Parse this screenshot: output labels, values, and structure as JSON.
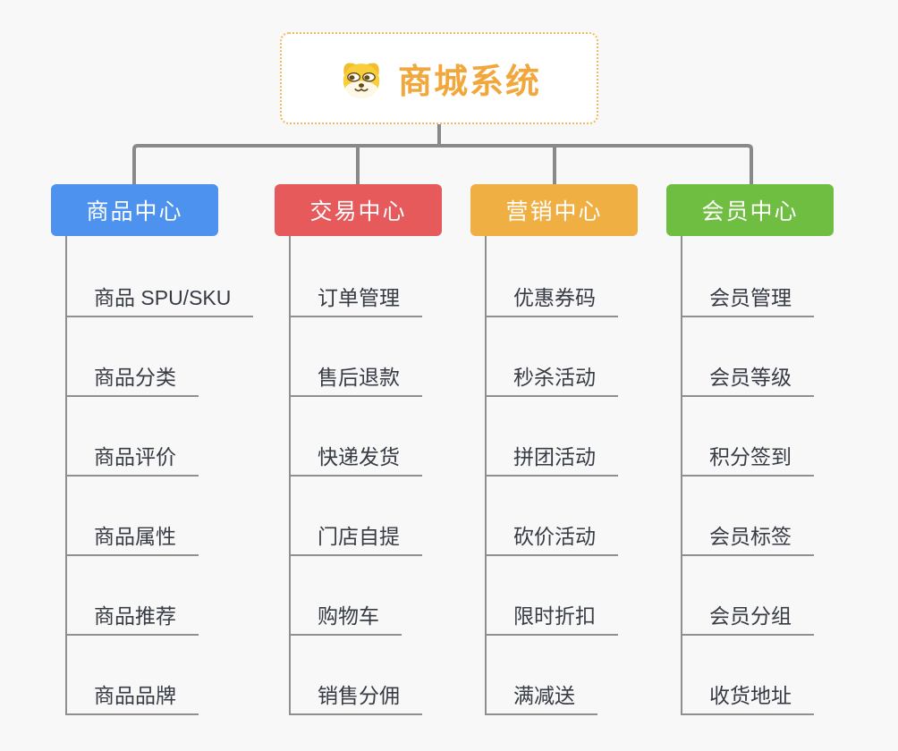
{
  "root": {
    "title": "商城系统",
    "icon": "dog-face-icon"
  },
  "branches": [
    {
      "label": "商品中心",
      "color": "#4D92EE",
      "items": [
        "商品 SPU/SKU",
        "商品分类",
        "商品评价",
        "商品属性",
        "商品推荐",
        "商品品牌"
      ]
    },
    {
      "label": "交易中心",
      "color": "#E65A5B",
      "items": [
        "订单管理",
        "售后退款",
        "快递发货",
        "门店自提",
        "购物车",
        "销售分佣"
      ]
    },
    {
      "label": "营销中心",
      "color": "#EFAF43",
      "items": [
        "优惠券码",
        "秒杀活动",
        "拼团活动",
        "砍价活动",
        "限时折扣",
        "满减送"
      ]
    },
    {
      "label": "会员中心",
      "color": "#70BE41",
      "items": [
        "会员管理",
        "会员等级",
        "积分签到",
        "会员标签",
        "会员分组",
        "收货地址"
      ]
    }
  ],
  "colors": {
    "background": "#F8F8F8",
    "connector_line": "#898989",
    "leaf_line": "#8F8F8F",
    "leaf_text": "#363B44",
    "root_text": "#F1A73C",
    "root_border": "#F2BA5F",
    "root_background": "#FFFFFF",
    "branch_text": "#FFFFFF"
  }
}
